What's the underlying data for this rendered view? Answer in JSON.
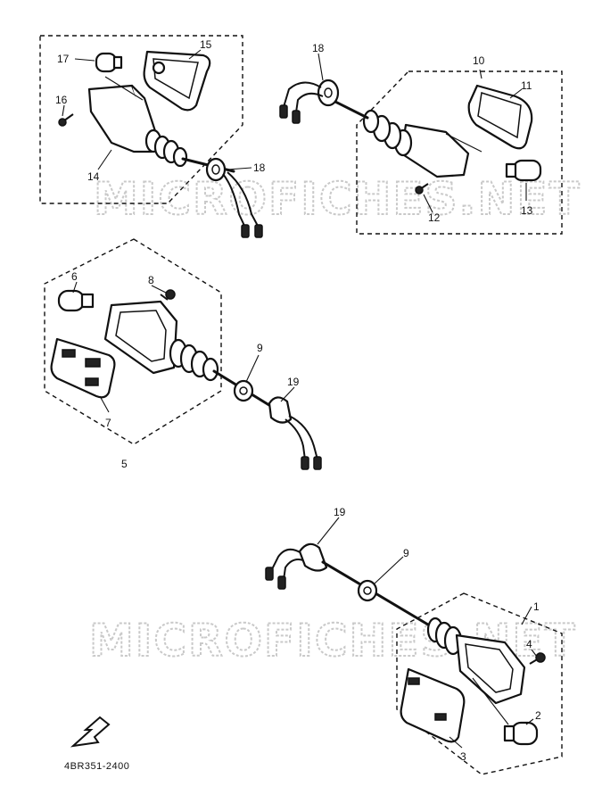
{
  "watermark": "MICROFICHES.NET",
  "diagram_code": "4BR351-2400",
  "callouts": {
    "n1": "1",
    "n2": "2",
    "n3": "3",
    "n4": "4",
    "n5": "5",
    "n6": "6",
    "n7": "7",
    "n8": "8",
    "n9a": "9",
    "n9b": "9",
    "n10": "10",
    "n11": "11",
    "n12": "12",
    "n13": "13",
    "n14": "14",
    "n15": "15",
    "n16": "16",
    "n17": "17",
    "n18a": "18",
    "n18b": "18",
    "n19a": "19",
    "n19b": "19"
  },
  "colors": {
    "ink": "#111111",
    "watermark": "#c9c9c9"
  }
}
